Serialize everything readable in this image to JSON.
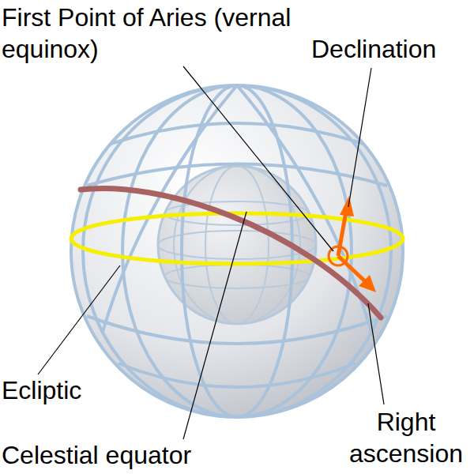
{
  "diagram": {
    "labels": [
      "First Point of Aries (vernal equinox)",
      "Declination",
      "Ecliptic",
      "Celestial equator",
      "Right ascension"
    ]
  }
}
